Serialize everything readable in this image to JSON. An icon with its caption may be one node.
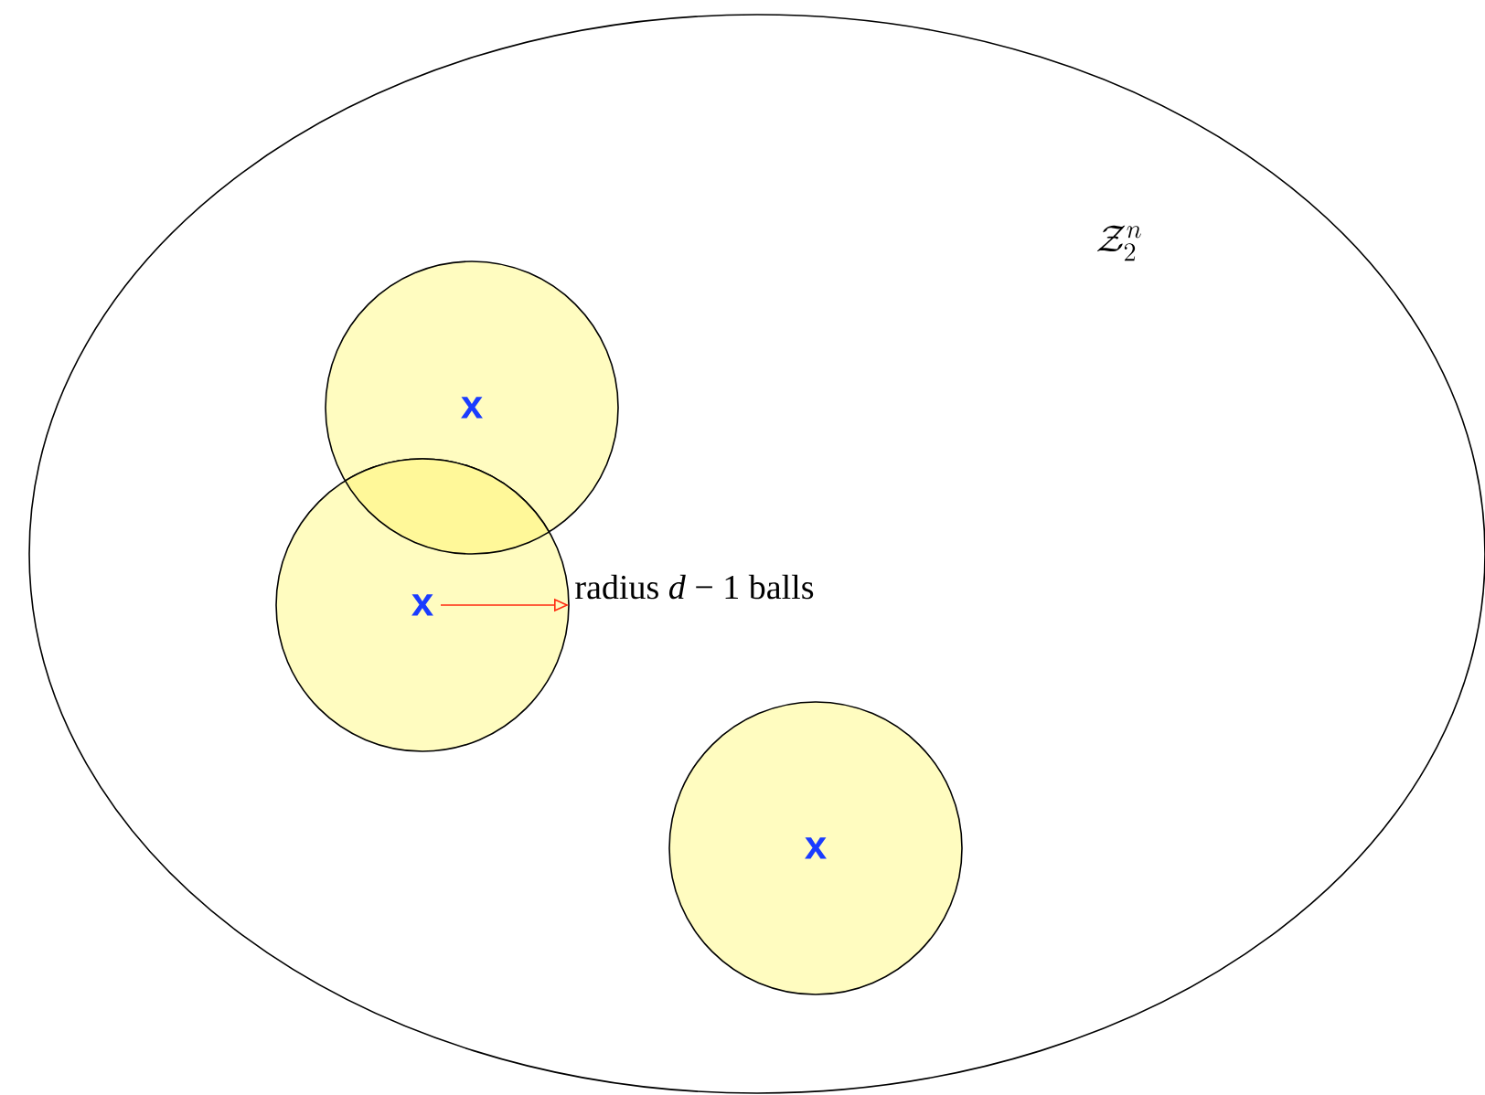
{
  "diagram": {
    "nodes": [
      {
        "text": [
          "\\mathcal{Z}_2^n"
        ]
      },
      {
        "text": [
          "x"
        ],
        "in": 0
      },
      {
        "text": [
          "x"
        ],
        "in": 0
      },
      {
        "text": [
          "x"
        ],
        "in": 0
      }
    ],
    "labels": [
      "radius *d* − 1 balls"
    ]
  }
}
